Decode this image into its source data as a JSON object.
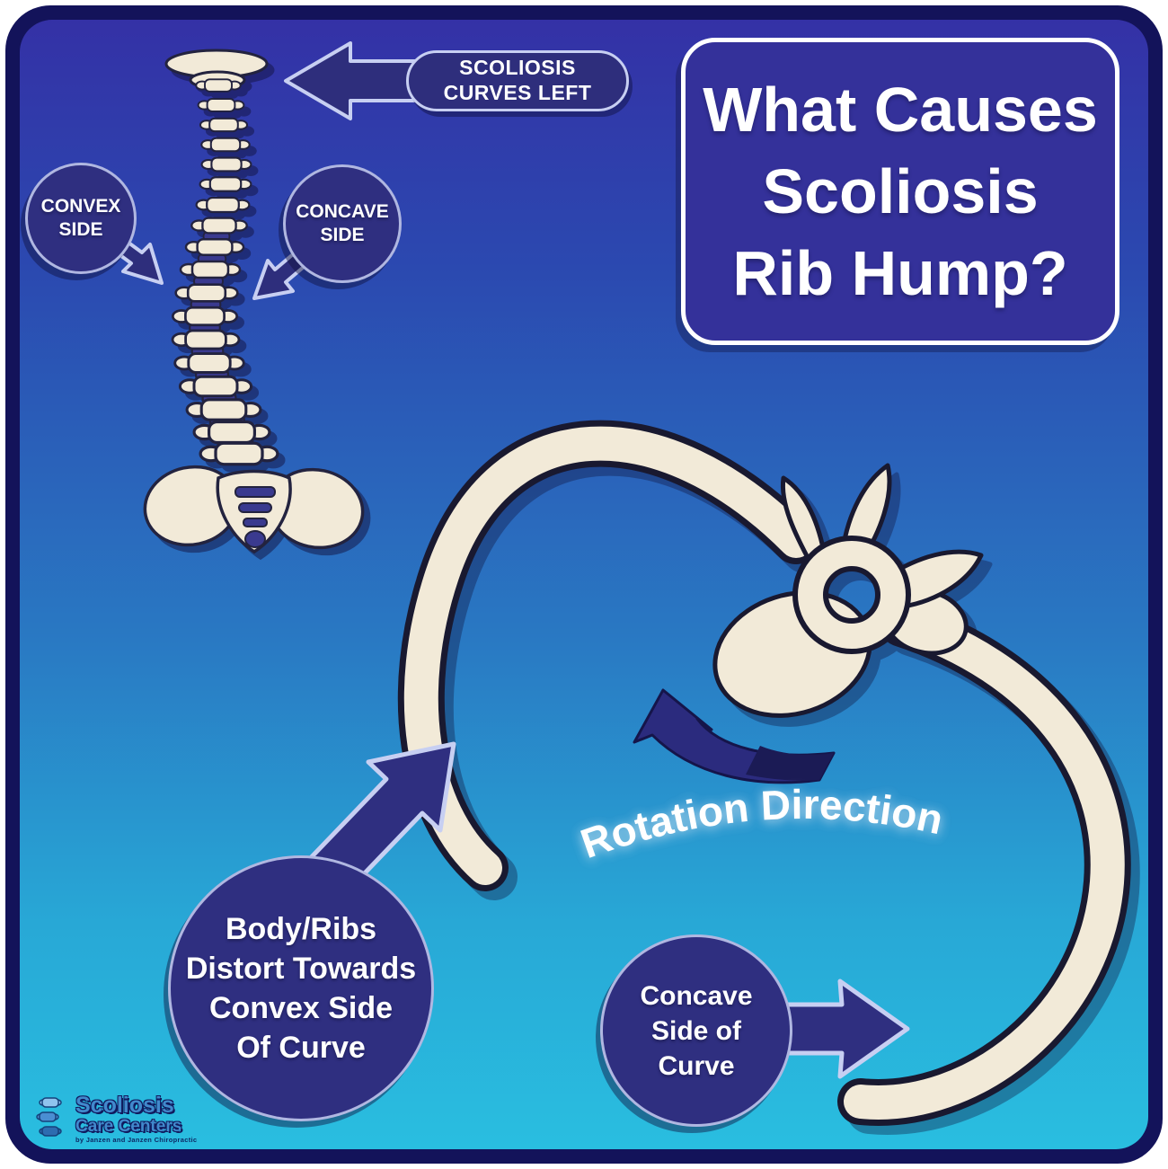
{
  "colors": {
    "panel_gradient_top": "#3431a6",
    "panel_gradient_bottom": "#29bee0",
    "frame_navy": "#13135a",
    "bubble_navy": "#2f2f80",
    "bone": "#f2ead8",
    "outline_dark": "#1a1a33",
    "arrow_outline_light": "#c7cff2",
    "text_white": "#ffffff",
    "logo_blue": "#4189cc"
  },
  "title_box": {
    "lines": [
      "What Causes",
      "Scoliosis",
      "Rib Hump?"
    ]
  },
  "callouts": {
    "curves_left": {
      "lines": [
        "SCOLIOSIS",
        "CURVES LEFT"
      ]
    },
    "convex": {
      "lines": [
        "CONVEX",
        "SIDE"
      ]
    },
    "concave": {
      "lines": [
        "CONCAVE",
        "SIDE"
      ]
    }
  },
  "rotation_label": "Rotation Direction",
  "bubbles": {
    "body_ribs": {
      "lines": [
        "Body/Ribs",
        "Distort Towards",
        "Convex Side",
        "Of Curve"
      ]
    },
    "concave_side": {
      "lines": [
        "Concave",
        "Side of",
        "Curve"
      ]
    }
  },
  "logo": {
    "name_line1": "Scoliosis",
    "name_line2": "Care Centers",
    "tagline": "by Janzen and Janzen Chiropractic"
  },
  "icons": {
    "spine-illustration": "scoliotic spine rear view drawing",
    "rib-vertebra-illustration": "axial rib and vertebra drawing",
    "rotation-arrow-icon": "curved arrow showing rotation direction",
    "curves-left-arrow-icon": "large arrow pointing left at spine",
    "convex-pointer-arrow-icon": "small arrow pointing to convex side of spine",
    "concave-pointer-arrow-icon": "small arrow pointing to concave side of spine",
    "body-ribs-arrow-icon": "thick arrow pointing to rib",
    "concave-side-arrow-icon": "thick arrow pointing right at rib",
    "logo-spine-icon": "small stacked vertebrae logo mark"
  }
}
